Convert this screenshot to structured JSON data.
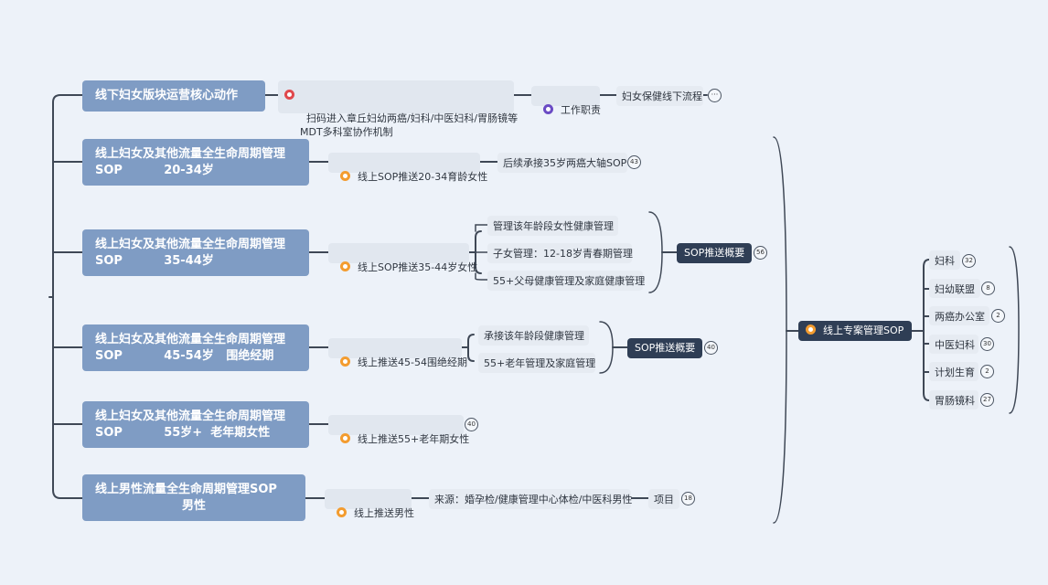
{
  "root": {
    "label": "线上专案管理SOP"
  },
  "branches": [
    {
      "title": "线下妇女版块运营核心动作",
      "info": "扫码进入章丘妇幼两癌/妇科/中医妇科/胃肠镜等\nMDT多科室协作机制",
      "duty": "工作职责",
      "flow": "妇女保健线下流程",
      "more": "···"
    },
    {
      "title": "线上妇女及其他流量全生命周期管理\nSOP          20-34岁",
      "push": "线上SOP推送20-34育龄女性",
      "next": "后续承接35岁两癌大轴SOP",
      "count": "43"
    },
    {
      "title": "线上妇女及其他流量全生命周期管理\nSOP          35-44岁",
      "push": "线上SOP推送35-44岁女性",
      "subs": [
        "管理该年龄段女性健康管理",
        "子女管理：12-18岁青春期管理",
        "55+父母健康管理及家庭健康管理"
      ],
      "summary": "SOP推送概要",
      "count": "56"
    },
    {
      "title": "线上妇女及其他流量全生命周期管理\nSOP          45-54岁   围绝经期",
      "push": "线上推送45-54围绝经期",
      "subs": [
        "承接该年龄段健康管理",
        "55+老年管理及家庭管理"
      ],
      "summary": "SOP推送概要",
      "count": "40"
    },
    {
      "title": "线上妇女及其他流量全生命周期管理\nSOP          55岁+  老年期女性",
      "push": "线上推送55+老年期女性",
      "count": "40"
    },
    {
      "title": "线上男性流量全生命周期管理SOP\n                     男性",
      "push": "线上推送男性",
      "source": "来源：婚孕检/健康管理中心体检/中医科男性",
      "item": "项目",
      "count": "18"
    }
  ],
  "departments": [
    {
      "label": "妇科",
      "count": "32"
    },
    {
      "label": "妇幼联盟",
      "count": "8"
    },
    {
      "label": "两癌办公室",
      "count": "2"
    },
    {
      "label": "中医妇科",
      "count": "30"
    },
    {
      "label": "计划生育",
      "count": "2"
    },
    {
      "label": "胃肠镜科",
      "count": "27"
    }
  ],
  "colors": {
    "main": "#7f9cc4",
    "hub": "#2f3e55",
    "line": "#3f4856",
    "node": "#e1e7ef"
  },
  "icons": {
    "info": "person-alert-icon",
    "duty": "star-badge-icon",
    "push": "star-badge-icon"
  }
}
